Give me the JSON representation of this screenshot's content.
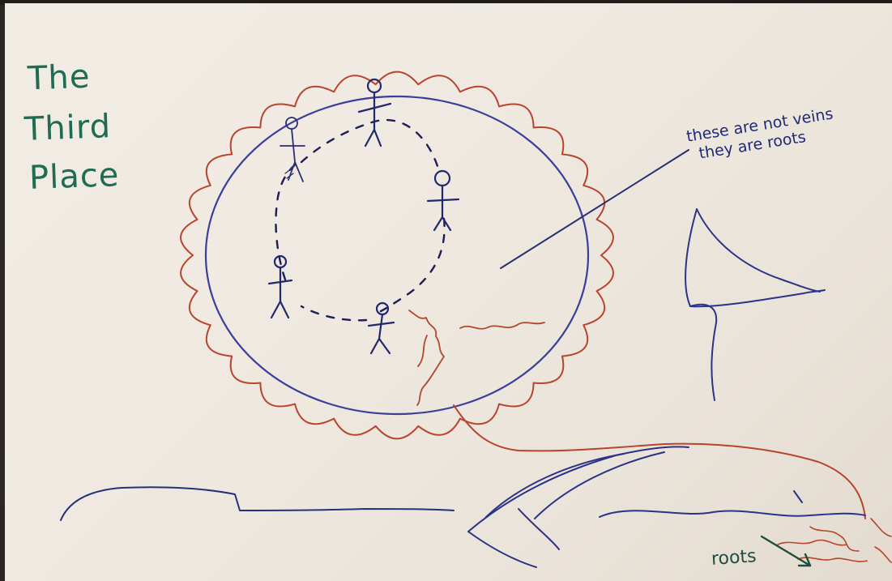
{
  "title": [
    "The",
    "Third",
    "Place"
  ],
  "annotation": {
    "line1": "these are not veins",
    "line2": "they are  roots"
  },
  "roots_label": "roots",
  "colors": {
    "paper": "#eee8df",
    "title_green": "#1f6b54",
    "ink_blue": "#24358c",
    "ink_red": "#b8442c",
    "ink_dark_green": "#1f4d3e"
  },
  "figures": [
    {
      "name": "stick-figure-top"
    },
    {
      "name": "stick-figure-upper-left"
    },
    {
      "name": "stick-figure-right"
    },
    {
      "name": "stick-figure-left"
    },
    {
      "name": "stick-figure-bottom"
    }
  ]
}
